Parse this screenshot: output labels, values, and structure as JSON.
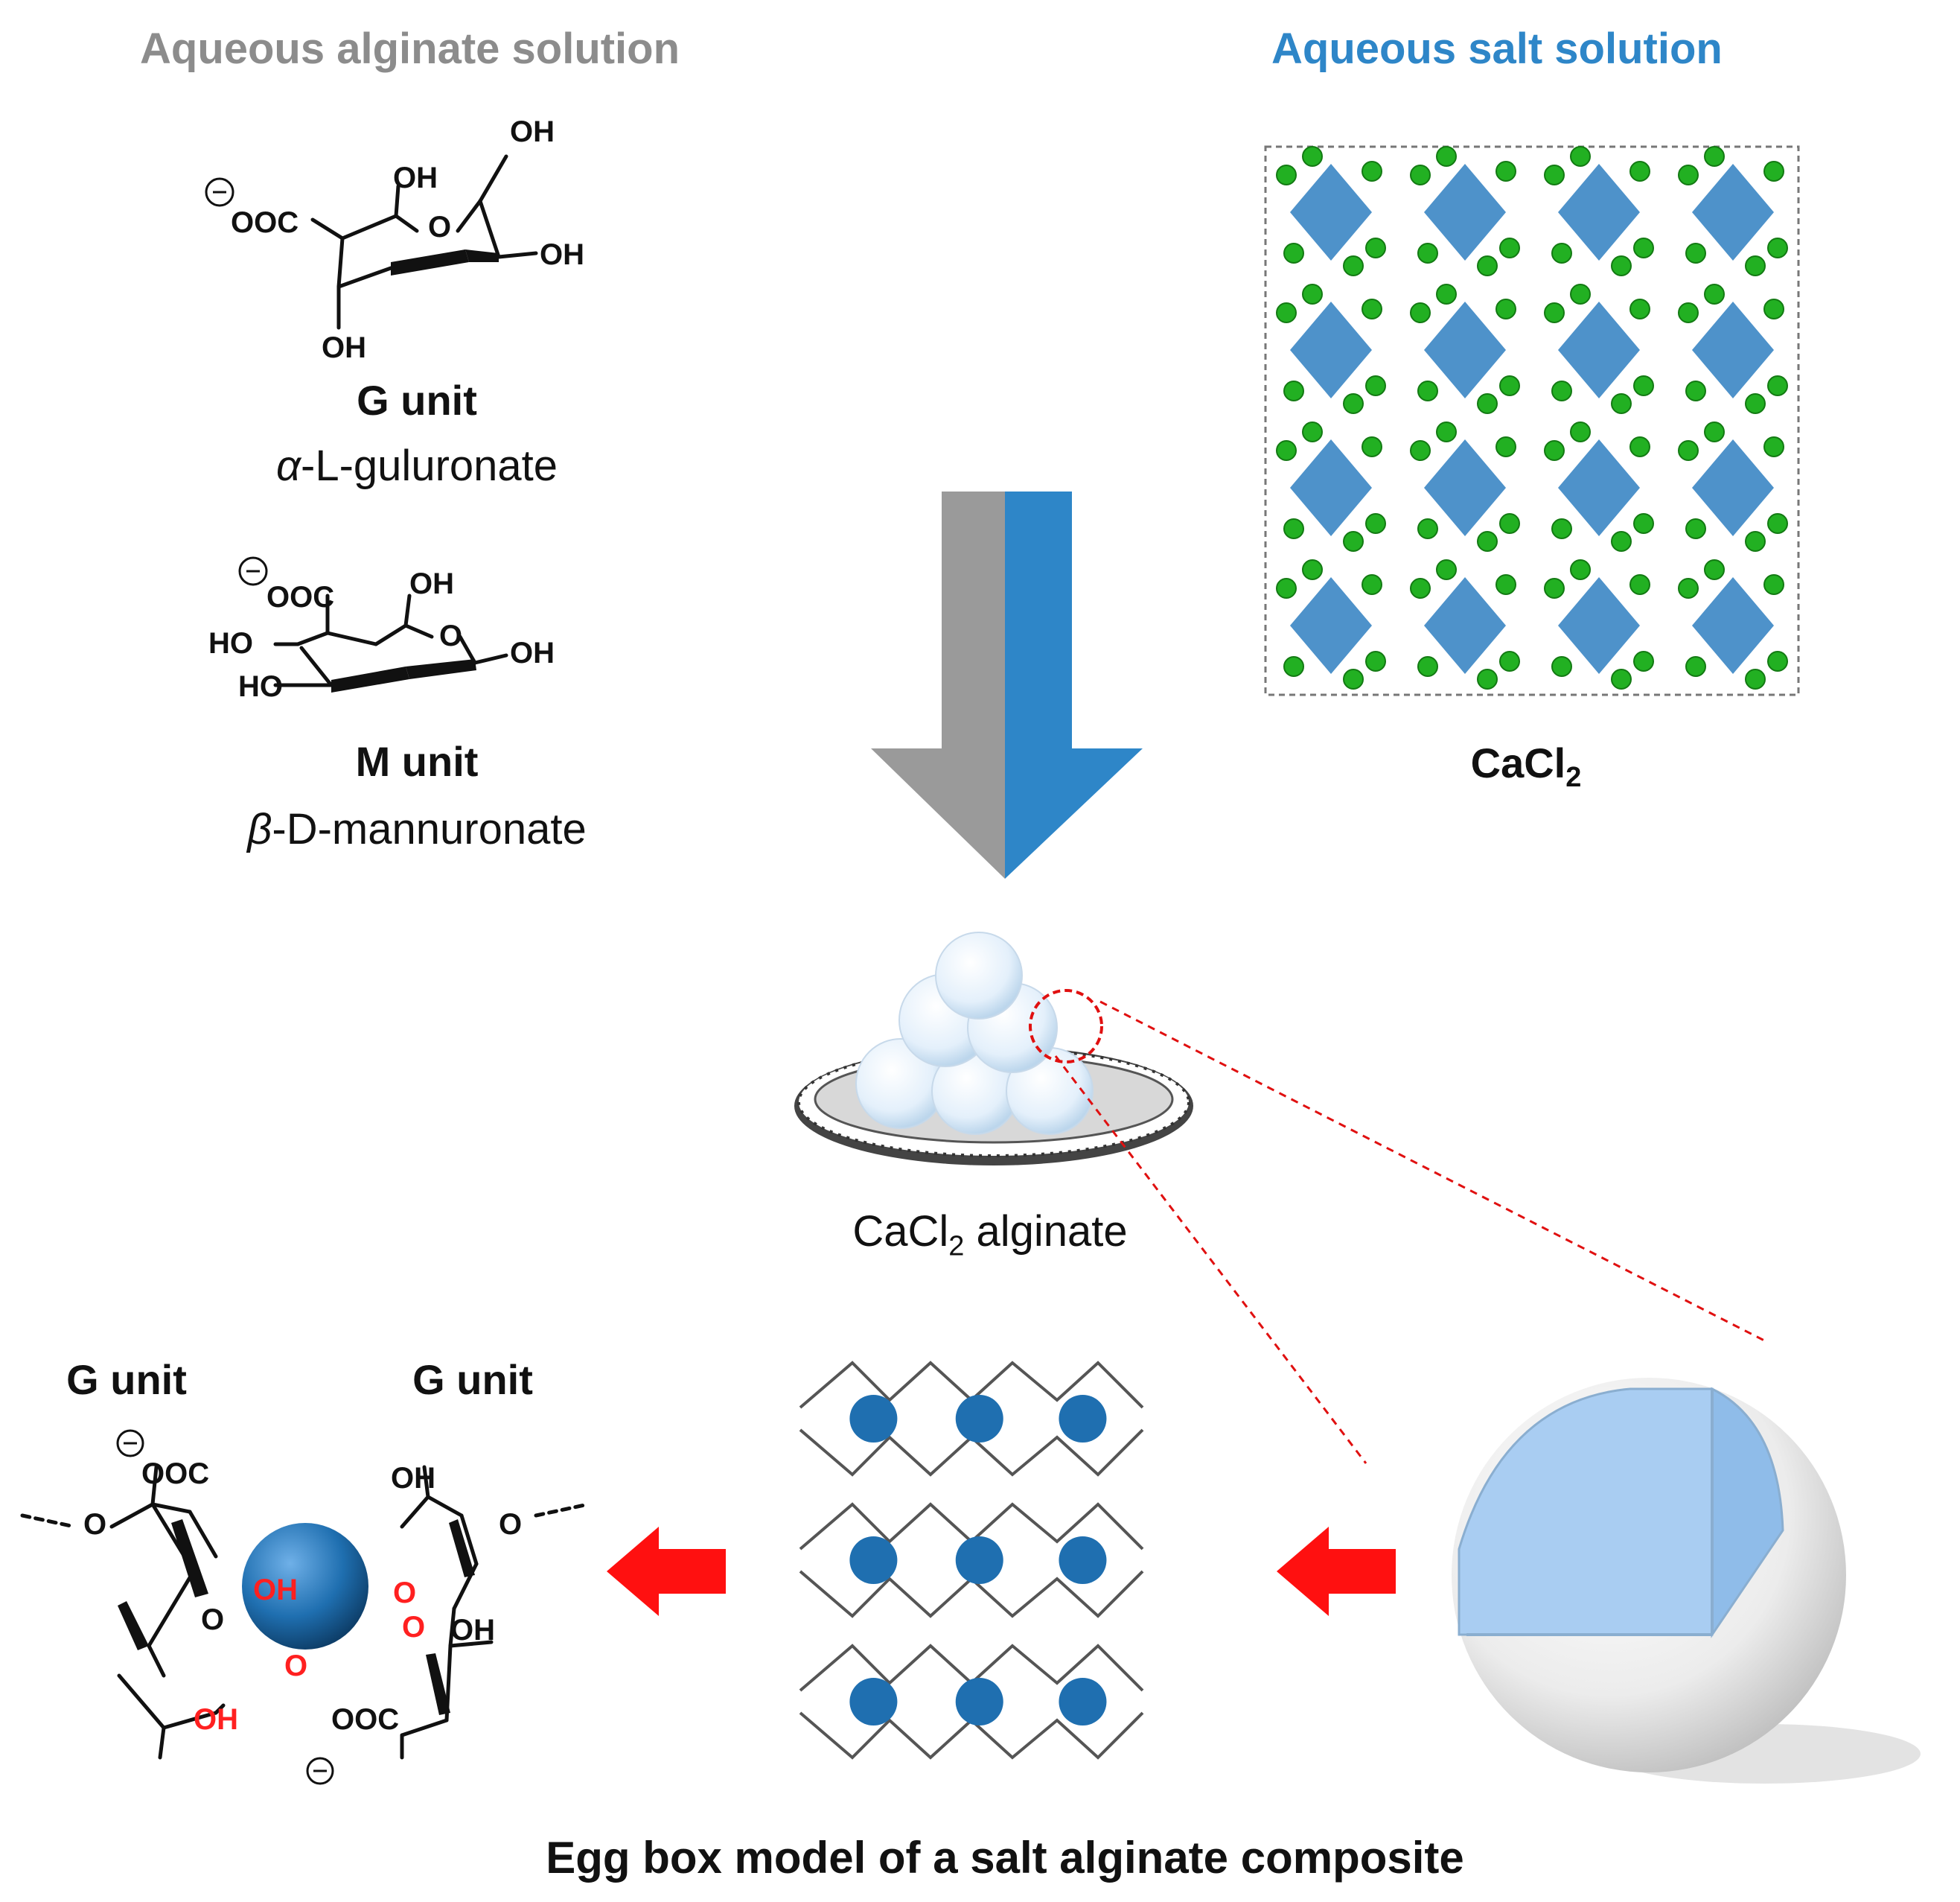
{
  "headers": {
    "left": "Aqueous alginate solution",
    "right": "Aqueous salt solution",
    "left_color": "#8c8c8c",
    "right_color": "#2e86c8"
  },
  "g_unit": {
    "name": "G unit",
    "fullname": "α-L-guluronate",
    "greek": "α",
    "suffix": "-L-guluronate",
    "groups": [
      "OOC",
      "OH",
      "O",
      "OH",
      "OH",
      "OH"
    ]
  },
  "m_unit": {
    "name": "M unit",
    "greek": "β",
    "suffix": "-D-mannuronate",
    "groups": [
      "OOC",
      "OH",
      "O",
      "HO",
      "HO",
      "OH"
    ]
  },
  "salt": {
    "formula_main": "CaCl",
    "formula_sub": "2",
    "crystal_colors": {
      "polyhedra": "#2f7fc1",
      "chloride": "#22b022"
    }
  },
  "beads": {
    "label_main": "CaCl",
    "label_sub": "2",
    "label_rest": " alginate"
  },
  "egg_box": {
    "left_label": "G unit",
    "right_label": "G unit",
    "groups": [
      "OOC",
      "OOC",
      "OH",
      "OH",
      "OH",
      "OH",
      "O",
      "O",
      "O",
      "O",
      "O",
      "O"
    ],
    "ion_color": "#1f6fb0"
  },
  "caption": "Egg box model of a salt alginate composite",
  "accent": {
    "arrow_red": "#ff1010",
    "arrow_gray": "#9a9a9a",
    "arrow_blue": "#2e86c8"
  }
}
